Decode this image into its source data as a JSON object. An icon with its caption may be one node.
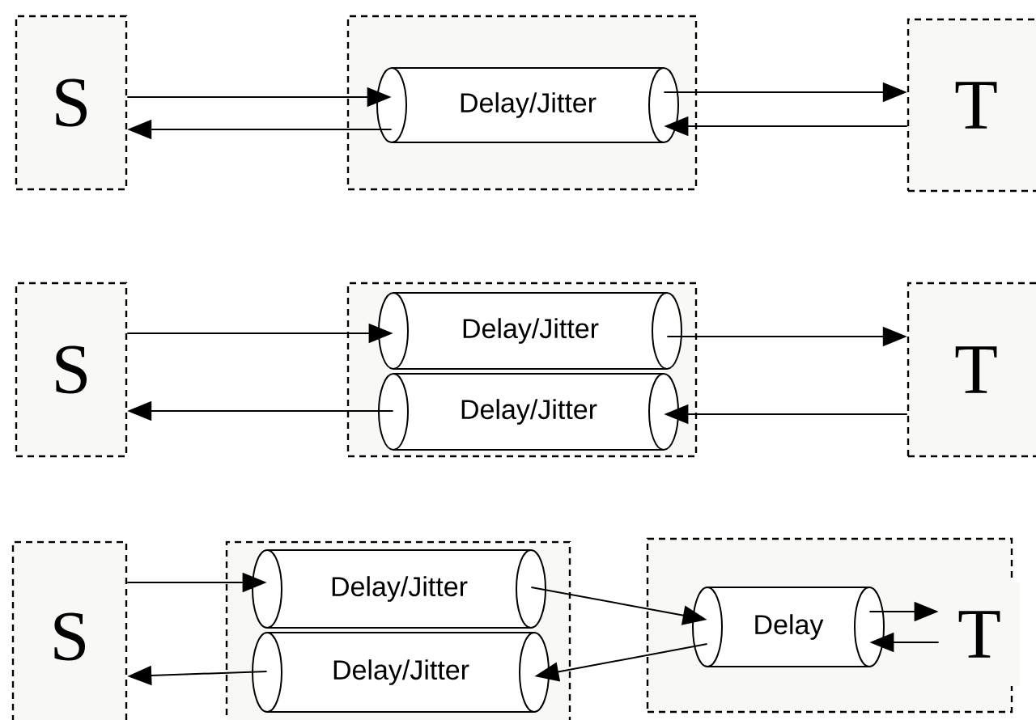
{
  "diagram": {
    "nodes": [
      {
        "text": [
          "S"
        ]
      },
      {
        "text": [],
        "shape": "box"
      },
      {
        "text": [
          "Delay/Jitter"
        ],
        "in": 1
      },
      {
        "text": [
          "T"
        ]
      },
      {
        "text": [
          "S"
        ]
      },
      {
        "text": [],
        "shape": "box"
      },
      {
        "text": [
          "Delay/Jitter"
        ],
        "in": 5
      },
      {
        "text": [
          "Delay/Jitter"
        ],
        "in": 5
      },
      {
        "text": [
          "T"
        ]
      },
      {
        "text": [
          "S"
        ]
      },
      {
        "text": [],
        "shape": "box"
      },
      {
        "text": [
          "Delay/Jitter"
        ],
        "in": 10
      },
      {
        "text": [
          "Delay/Jitter"
        ],
        "in": 10
      },
      {
        "text": [],
        "shape": "box"
      },
      {
        "text": [
          "Delay"
        ],
        "in": 13
      },
      {
        "text": [
          "T"
        ],
        "in": 13
      }
    ],
    "edges": [
      {
        "from": 0,
        "to": 2,
        "arrow": "to"
      },
      {
        "from": 2,
        "to": 0,
        "arrow": "to"
      },
      {
        "from": 2,
        "to": 3,
        "arrow": "to"
      },
      {
        "from": 3,
        "to": 2,
        "arrow": "to"
      },
      {
        "from": 4,
        "to": 6,
        "arrow": "to"
      },
      {
        "from": 7,
        "to": 4,
        "arrow": "to"
      },
      {
        "from": 6,
        "to": 8,
        "arrow": "to"
      },
      {
        "from": 8,
        "to": 7,
        "arrow": "to"
      },
      {
        "from": 9,
        "to": 11,
        "arrow": "to"
      },
      {
        "from": 12,
        "to": 9,
        "arrow": "to"
      },
      {
        "from": 11,
        "to": 14,
        "arrow": "to"
      },
      {
        "from": 14,
        "to": 12,
        "arrow": "to"
      },
      {
        "from": 14,
        "to": 15,
        "arrow": "to"
      },
      {
        "from": 15,
        "to": 14,
        "arrow": "to"
      }
    ]
  }
}
